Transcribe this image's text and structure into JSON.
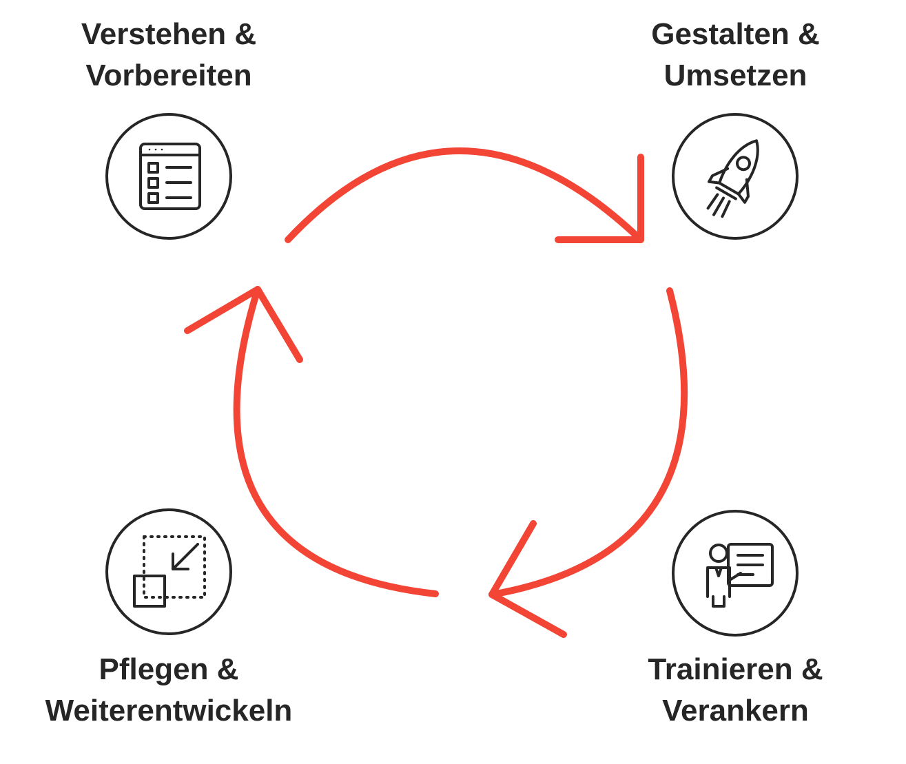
{
  "steps": [
    {
      "line1": "Verstehen &",
      "line2": "Vorbereiten",
      "icon": "checklist-window-icon"
    },
    {
      "line1": "Gestalten &",
      "line2": "Umsetzen",
      "icon": "rocket-icon"
    },
    {
      "line1": "Trainieren &",
      "line2": "Verankern",
      "icon": "presenter-board-icon"
    },
    {
      "line1": "Pflegen &",
      "line2": "Weiterentwickeln",
      "icon": "resize-shrink-icon"
    }
  ],
  "colors": {
    "arrow": "#f34536",
    "ink": "#262626"
  }
}
